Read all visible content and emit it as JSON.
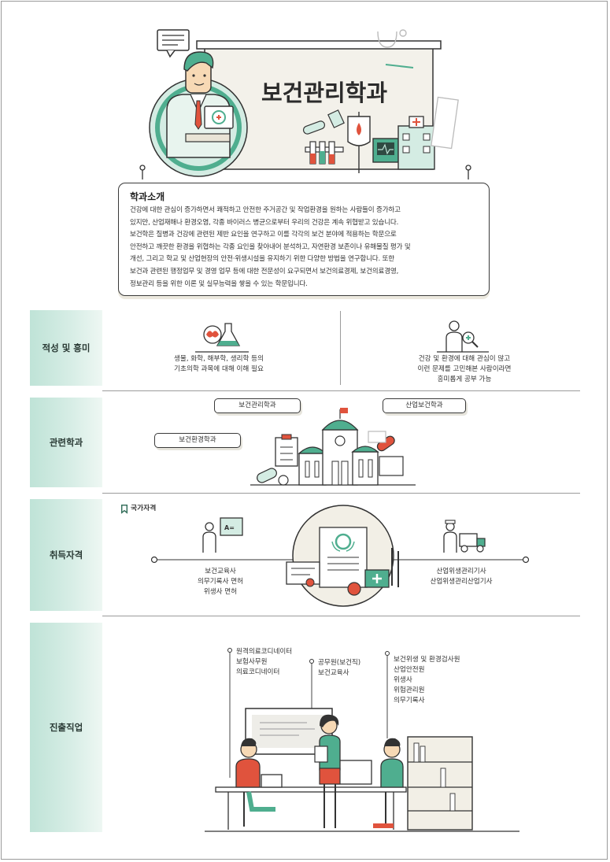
{
  "title": "보건관리학과",
  "intro": {
    "heading": "학과소개",
    "lines": [
      "건강에 대한 관심이 증가하면서 쾌적하고 안전한 주거공간 및 작업환경을 원하는 사람들이 증가하고",
      "있지만, 산업재해나 환경오염, 각종 바이러스 병균으로부터 우리의 건강은 계속 위협받고 있습니다.",
      "보건학은 질병과 건강에 관련된 제반 요인을 연구하고 이를 각각의 보건 분야에 적용하는 학문으로",
      "안전하고 깨끗한 환경을 위협하는 각종 요인을 찾아내어 분석하고, 자연환경 보존이나 유해물질 평가 및",
      "개선, 그리고 학교 및 산업현장의 안전·위생시설을 유지하기 위한 다양한 방법을 연구합니다. 또한",
      "보건과 관련된 행정업무 및 경영 업무 등에 대한 전문성이 요구되면서 보건의료경제, 보건의료경영,",
      "정보관리 등을 위한 이론 및 실무능력을 쌓을 수 있는 학문입니다."
    ]
  },
  "sections": {
    "aptitude": {
      "label": "적성 및 흥미",
      "left_lines": [
        "생물, 화학, 해부학, 생리학 등의",
        "기초의학 과목에 대해 이해 필요"
      ],
      "right_lines": [
        "건강 및 환경에 대해 관심이 많고",
        "이런 문제를 고민해본 사람이라면",
        "흥미롭게 공부 가능"
      ]
    },
    "related": {
      "label": "관련학과",
      "departments": [
        "보건관리학과",
        "산업보건학과",
        "보건환경학과"
      ]
    },
    "license": {
      "label": "취득자격",
      "subheading": "국가자격",
      "left_lines": [
        "보건교육사",
        "의무기록사 면허",
        "위생사 면허"
      ],
      "right_lines": [
        "산업위생관리기사",
        "산업위생관리산업기사"
      ]
    },
    "careers": {
      "label": "진출직업",
      "group1": [
        "원격의료코디네이터",
        "보험사무원",
        "의료코디네이터"
      ],
      "group2": [
        "공무원(보건직)",
        "보건교육사"
      ],
      "group3": [
        "보건위생 및 환경검사원",
        "산업안전원",
        "위생사",
        "위험관리원",
        "의무기록사"
      ]
    }
  },
  "icons": {
    "hero": "health-professional-illustration",
    "aptitude_left": "lab-flask-brain-icon",
    "aptitude_right": "researcher-magnifier-icon",
    "related": "university-campus-icon",
    "license_left": "person-id-card-icon",
    "license_center": "certificate-icon",
    "license_right": "worker-truck-icon",
    "license_sub": "bookmark-icon",
    "careers": "office-team-illustration"
  },
  "colors": {
    "accent_green": "#4fae8f",
    "label_bg": "#c9e9dd",
    "accent_red": "#e0533d",
    "outline": "#333333"
  }
}
